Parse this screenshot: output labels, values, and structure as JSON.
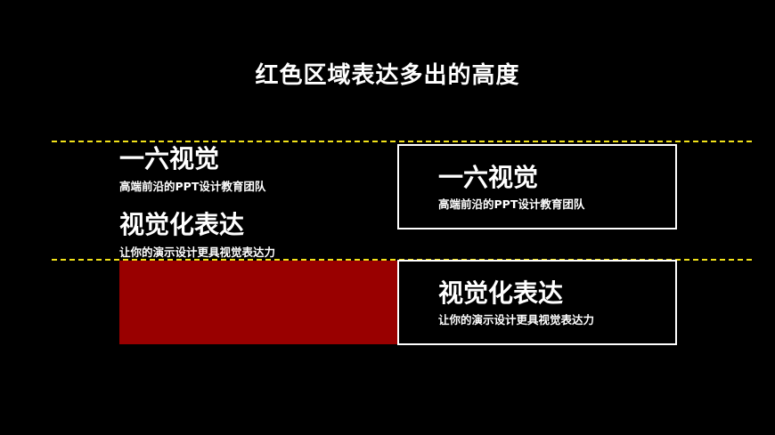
{
  "slide": {
    "title": "红色区域表达多出的高度"
  },
  "left": {
    "block1": {
      "title": "一六视觉",
      "subtitle": "高端前沿的PPT设计教育团队"
    },
    "block2": {
      "title": "视觉化表达",
      "subtitle": "让你的演示设计更具视觉表达力"
    }
  },
  "right": {
    "box1": {
      "title": "一六视觉",
      "subtitle": "高端前沿的PPT设计教育团队"
    },
    "box2": {
      "title": "视觉化表达",
      "subtitle": "让你的演示设计更具视觉表达力"
    }
  },
  "colors": {
    "background": "#000000",
    "dashed_line": "#f2e21a",
    "red_area": "#990000",
    "text": "#ffffff"
  }
}
